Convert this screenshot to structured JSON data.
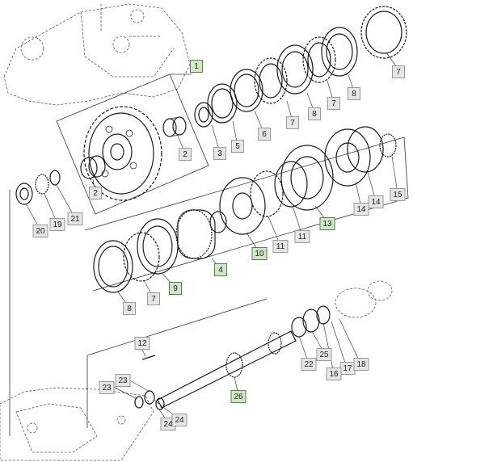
{
  "callouts": [
    {
      "id": "c-1",
      "label": "1",
      "highlight": true
    },
    {
      "id": "c-7a",
      "label": "7",
      "highlight": false
    },
    {
      "id": "c-8a",
      "label": "8",
      "highlight": false
    },
    {
      "id": "c-7b",
      "label": "7",
      "highlight": false
    },
    {
      "id": "c-8b",
      "label": "8",
      "highlight": false
    },
    {
      "id": "c-7c",
      "label": "7",
      "highlight": false
    },
    {
      "id": "c-6",
      "label": "6",
      "highlight": false
    },
    {
      "id": "c-5",
      "label": "5",
      "highlight": false
    },
    {
      "id": "c-3",
      "label": "3",
      "highlight": false
    },
    {
      "id": "c-2a",
      "label": "2",
      "highlight": false
    },
    {
      "id": "c-2b",
      "label": "2",
      "highlight": false
    },
    {
      "id": "c-15",
      "label": "15",
      "highlight": false
    },
    {
      "id": "c-14a",
      "label": "14",
      "highlight": false
    },
    {
      "id": "c-14b",
      "label": "14",
      "highlight": false
    },
    {
      "id": "c-13",
      "label": "13",
      "highlight": true
    },
    {
      "id": "c-11a",
      "label": "11",
      "highlight": false
    },
    {
      "id": "c-11b",
      "label": "11",
      "highlight": false
    },
    {
      "id": "c-10",
      "label": "10",
      "highlight": true
    },
    {
      "id": "c-4",
      "label": "4",
      "highlight": true
    },
    {
      "id": "c-9",
      "label": "9",
      "highlight": true
    },
    {
      "id": "c-7d",
      "label": "7",
      "highlight": false
    },
    {
      "id": "c-8c",
      "label": "8",
      "highlight": false
    },
    {
      "id": "c-20",
      "label": "20",
      "highlight": false
    },
    {
      "id": "c-19",
      "label": "19",
      "highlight": false
    },
    {
      "id": "c-21",
      "label": "21",
      "highlight": false
    },
    {
      "id": "c-12",
      "label": "12",
      "highlight": false
    },
    {
      "id": "c-25",
      "label": "25",
      "highlight": false
    },
    {
      "id": "c-22",
      "label": "22",
      "highlight": false
    },
    {
      "id": "c-17",
      "label": "17",
      "highlight": false
    },
    {
      "id": "c-18",
      "label": "18",
      "highlight": false
    },
    {
      "id": "c-16",
      "label": "16",
      "highlight": false
    },
    {
      "id": "c-26",
      "label": "26",
      "highlight": true
    },
    {
      "id": "c-23a",
      "label": "23",
      "highlight": false
    },
    {
      "id": "c-23b",
      "label": "23",
      "highlight": false
    },
    {
      "id": "c-24a",
      "label": "24",
      "highlight": false
    },
    {
      "id": "c-24b",
      "label": "24",
      "highlight": false
    }
  ],
  "colors": {
    "callout_fill": "#e6e6e6",
    "callout_stroke": "#9a9a9a",
    "highlight_fill": "#cfe8c6",
    "highlight_stroke": "#4a8a3a"
  }
}
